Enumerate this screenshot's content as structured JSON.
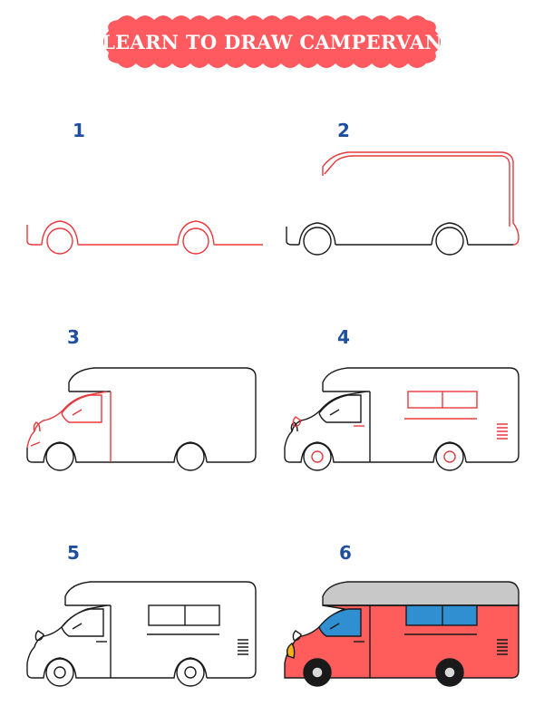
{
  "title": "LEARN TO DRAW CAMPERVAN",
  "colors": {
    "title_bg": "#ff5a5f",
    "step_number": "#1f4f9e",
    "new_stroke": "#e8383d",
    "old_stroke": "#1a1a1a",
    "body_fill": "#ff5c5c",
    "roof_fill": "#c8c8c8",
    "window_fill": "#2f8fd0",
    "headlight_fill": "#f5b21b",
    "tire_fill": "#1a1a1a",
    "hub_fill": "#d9d9d9"
  },
  "steps": [
    {
      "number": "1"
    },
    {
      "number": "2"
    },
    {
      "number": "3"
    },
    {
      "number": "4"
    },
    {
      "number": "5"
    },
    {
      "number": "6"
    }
  ]
}
